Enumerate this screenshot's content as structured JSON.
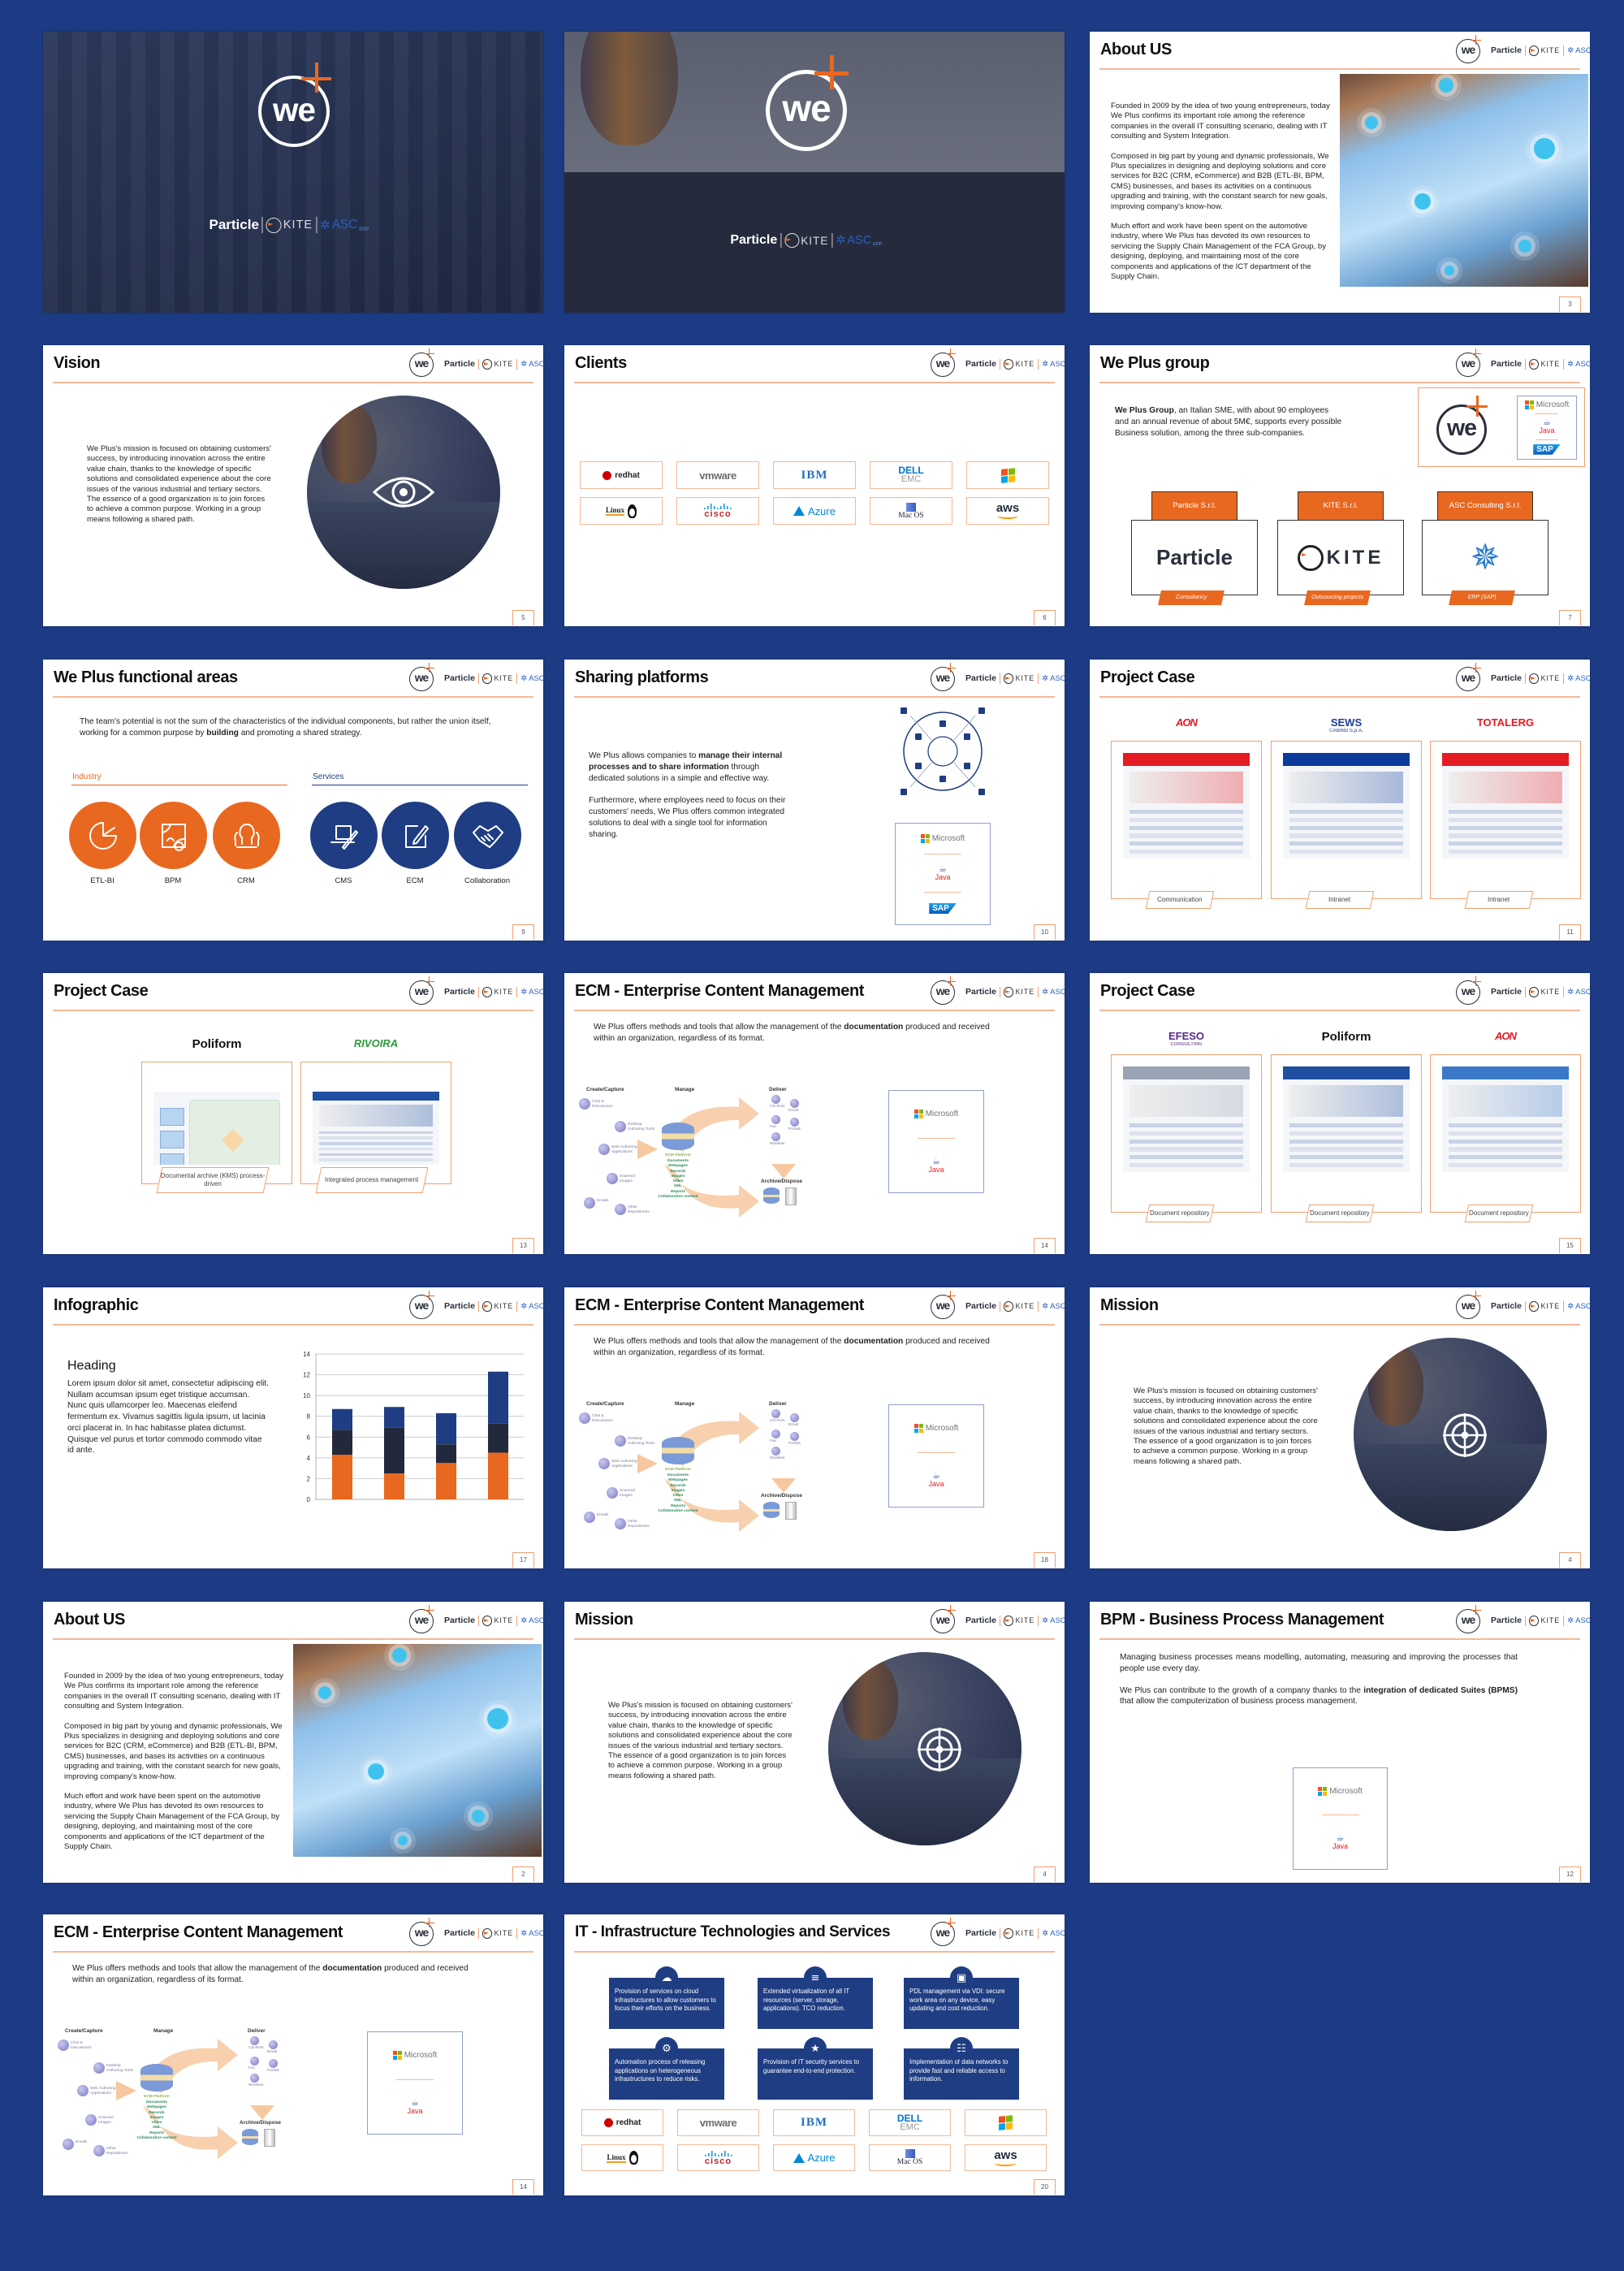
{
  "brand": {
    "logo_text": "we",
    "partners": [
      "Particle",
      "KITE",
      "ASC"
    ],
    "asc_tagline": "ERP",
    "colors": {
      "orange": "#e8681f",
      "navy": "#1f3d82",
      "dark": "#23293d",
      "page_background": "#1d3b84",
      "rule": "#f5b896"
    }
  },
  "ecm": {
    "intro": [
      {
        "t": "We Plus offers methods and tools that allow the management of the "
      },
      {
        "t": "documentation",
        "b": true
      },
      {
        "t": " produced and received within an organization, regardless of its format."
      }
    ],
    "diagram": {
      "stages": [
        "Create/Capture",
        "Manage",
        "Deliver",
        "Archive/Dispose"
      ],
      "sources": [
        "Chat & Discussions",
        "Desktop Authoring Tools",
        "Web Authoring Applications",
        "Scanned Images",
        "Emails",
        "Other Repositories"
      ],
      "platform": "ECM Platform",
      "contents": [
        "Documents",
        "Webpages",
        "Records",
        "Images",
        "Video",
        "XML",
        "Reports",
        "Collaborative content"
      ],
      "channels": [
        "CD-Rom",
        "Email",
        "Fax",
        "Portals",
        "Wireless"
      ]
    },
    "platforms": [
      "Microsoft",
      "Java"
    ]
  },
  "slides": [
    {
      "type": "cover"
    },
    {
      "type": "cover"
    },
    {
      "type": "about",
      "title": "About US",
      "page": "3",
      "paragraphs": [
        "Founded in 2009 by the idea of two young entrepreneurs, today We Plus confirms its important role among the reference companies in the overall IT consulting scenario, dealing with IT consulting and System Integration.",
        "Composed in big part by young and dynamic professionals, We Plus specializes in designing and deploying solutions and core services for B2C (CRM, eCommerce) and B2B (ETL-BI, BPM, CMS) businesses, and bases its activities on a continuous upgrading and training, with the constant search for new goals, improving company's know-how.",
        "Much effort and work have been spent on the automotive industry, where We Plus has devoted its own resources to servicing the Supply Chain Management of the FCA Group, by designing, deploying, and maintaining most of the core components and applications of the ICT department of the Supply Chain."
      ]
    },
    {
      "type": "circle",
      "title": "Vision",
      "page": "5",
      "icon": "eye-icon",
      "text": "We Plus's mission is focused on obtaining customers' success, by introducing innovation across the entire value chain, thanks to the knowledge of specific solutions and consolidated experience about the core issues of the various industrial and tertiary sectors.\nThe essence of a good organization is to join forces to achieve a common purpose. Working in a group means following a shared path."
    },
    {
      "type": "clients",
      "title": "Clients",
      "page": "6",
      "logos": [
        {
          "id": "redhat",
          "label": "redhat"
        },
        {
          "id": "vmware",
          "label": "vmware"
        },
        {
          "id": "ibm",
          "label": "IBM"
        },
        {
          "id": "dellemc",
          "label": "DELL",
          "sub": "EMC"
        },
        {
          "id": "windows"
        },
        {
          "id": "linux",
          "label": "Linux"
        },
        {
          "id": "cisco",
          "label": "cisco"
        },
        {
          "id": "azure",
          "label": "Azure"
        },
        {
          "id": "macos",
          "label": "Mac OS"
        },
        {
          "id": "aws",
          "label": "aws"
        }
      ]
    },
    {
      "type": "group",
      "title": "We Plus group",
      "page": "7",
      "intro": [
        {
          "t": "We Plus Group",
          "b": true
        },
        {
          "t": ", an Italian SME, with about 90 employees and an annual revenue of about 5M€, supports every possible Business solution, among the three sub-companies."
        }
      ],
      "platforms": [
        "Microsoft",
        "Java",
        "SAP"
      ],
      "companies": [
        {
          "name": "Particle S.r.l.",
          "logo": "Particle",
          "tag": "Consultancy"
        },
        {
          "name": "KITE S.r.l.",
          "logo": "KITE",
          "tag": "Outsourcing projects"
        },
        {
          "name": "ASC Consulting S.r.l.",
          "tag": "ERP (SAP)"
        }
      ]
    },
    {
      "type": "functional",
      "title": "We Plus functional areas",
      "page": "9",
      "intro": [
        {
          "t": "The team's potential is not the sum of the characteristics of the individual components, but rather the union itself, working for a common purpose by "
        },
        {
          "t": "building",
          "b": true
        },
        {
          "t": " and promoting a shared strategy."
        }
      ],
      "groups": [
        {
          "label": "Industry",
          "color": "#e8681f",
          "items": [
            {
              "label": "ETL-BI",
              "icon": "pie-chart-icon"
            },
            {
              "label": "BPM",
              "icon": "process-map-icon"
            },
            {
              "label": "CRM",
              "icon": "users-icon"
            }
          ]
        },
        {
          "label": "Services",
          "color": "#1f3d82",
          "items": [
            {
              "label": "CMS",
              "icon": "laptop-pen-icon"
            },
            {
              "label": "ECM",
              "icon": "edit-document-icon"
            },
            {
              "label": "Collaboration",
              "icon": "handshake-icon"
            }
          ]
        }
      ]
    },
    {
      "type": "sharing",
      "title": "Sharing platforms",
      "page": "10",
      "paragraphs": [
        [
          {
            "t": "We Plus allows companies to "
          },
          {
            "t": "manage their internal processes and to share information",
            "b": true
          },
          {
            "t": " through dedicated solutions in a simple and effective way."
          }
        ],
        [
          {
            "t": "Furthermore, where employees need to focus on their customers' needs, We Plus offers common integrated solutions to deal with a single tool for information sharing."
          }
        ]
      ],
      "platforms": [
        "Microsoft",
        "Java",
        "SAP"
      ]
    },
    {
      "type": "project",
      "title": "Project Case",
      "page": "11",
      "cases": [
        {
          "logo": "AON",
          "logo_color": "#e31b23",
          "label": "Communication",
          "accent": "#e31b23"
        },
        {
          "logo": "SEWS",
          "logo_sub": "CABIND S.p.A.",
          "logo_color": "#1f3d9a",
          "label": "Intranet",
          "accent": "#0c3a9a"
        },
        {
          "logo": "TOTALERG",
          "logo_color": "#e31b23",
          "label": "Intranet",
          "accent": "#e31b23"
        }
      ]
    },
    {
      "type": "project",
      "title": "Project Case",
      "page": "13",
      "cases": [
        {
          "logo": "Poliform",
          "logo_color": "#111111",
          "label": "Documental archive (KMS) process-driven",
          "accent": "#9cc3e6"
        },
        {
          "logo": "RIVOIRA",
          "logo_color": "#2a9a3a",
          "label": "Integrated process management",
          "accent": "#1f4fa0"
        }
      ]
    },
    {
      "type": "ecm",
      "title": "ECM - Enterprise Content Management",
      "page": "14"
    },
    {
      "type": "project",
      "title": "Project Case",
      "page": "15",
      "cases": [
        {
          "logo": "EFESO",
          "logo_sub": "CONSULTING",
          "logo_color": "#5a2a8a",
          "label": "Document repository",
          "accent": "#9aa4b4"
        },
        {
          "logo": "Poliform",
          "logo_color": "#111111",
          "label": "Document repository",
          "accent": "#1f4fa0"
        },
        {
          "logo": "AON",
          "logo_color": "#e31b23",
          "label": "Document repository",
          "accent": "#3a78c8"
        }
      ]
    },
    {
      "type": "chart",
      "title": "Infographic",
      "page": "17",
      "heading": "Heading",
      "body": "Lorem ipsum dolor sit amet, consectetur adipiscing elit. Nullam accumsan ipsum eget tristique accumsan. Nunc quis ullamcorper leo. Maecenas eleifend fermentum ex. Vivamus sagittis ligula ipsum, ut lacinia orci placerat in. In hac habitasse platea dictumst. Quisque vel purus et tortor commodo commodo vitae id ante."
    },
    {
      "type": "ecm",
      "title": "ECM - Enterprise Content Management",
      "page": "18"
    },
    {
      "type": "circle",
      "title": "Mission",
      "page": "4",
      "icon": "target-icon",
      "text": "We Plus's mission is focused on obtaining customers' success, by introducing innovation across the entire value chain, thanks to the knowledge of specific solutions and consolidated experience about the core issues of the various industrial and tertiary sectors.\nThe essence of a good organization is to join forces to achieve a common purpose. Working in a group means following a shared path."
    },
    {
      "type": "about",
      "title": "About US",
      "page": "2",
      "paragraphs": [
        "Founded in 2009 by the idea of two young entrepreneurs, today We Plus confirms its important role among the reference companies in the overall IT consulting scenario, dealing with IT consulting and System Integration.",
        "Composed in big part by young and dynamic professionals, We Plus specializes in designing and deploying solutions and core services for B2C (CRM, eCommerce) and B2B (ETL-BI, BPM, CMS) businesses, and bases its activities on a continuous upgrading and training, with the constant search for new goals, improving company's know-how.",
        "Much effort and work have been spent on the automotive industry, where We Plus has devoted its own resources to servicing the Supply Chain Management of the FCA Group, by designing, deploying, and maintaining most of the core components and applications of the ICT department of the Supply Chain."
      ]
    },
    {
      "type": "circle",
      "title": "Mission",
      "page": "4",
      "icon": "target-icon",
      "text": "We Plus's mission is focused on obtaining customers' success, by introducing innovation across the entire value chain, thanks to the knowledge of specific solutions and consolidated experience about the core issues of the various industrial and tertiary sectors.\nThe essence of a good organization is to join forces to achieve a common purpose. Working in a group means following a shared path."
    },
    {
      "type": "bpm",
      "title": "BPM - Business Process Management",
      "page": "12",
      "paragraphs": [
        [
          {
            "t": "Managing business processes means modelling, automating, measuring and improving the processes that people use every day."
          }
        ],
        [
          {
            "t": "We Plus can contribute to the growth of a company thanks to the "
          },
          {
            "t": "integration of dedicated Suites (BPMS)",
            "b": true
          },
          {
            "t": " that allow the computerization of business process management."
          }
        ]
      ],
      "platforms": [
        "Microsoft",
        "Java"
      ]
    },
    {
      "type": "ecm",
      "title": "ECM - Enterprise Content Management",
      "page": "14"
    },
    {
      "type": "it",
      "title": "IT -  Infrastructure Technologies and Services",
      "page": "20",
      "services": [
        {
          "icon": "cloud-icon",
          "text": "Provision of services on cloud infrastructures to allow customers to focus their efforts on the business."
        },
        {
          "icon": "database-icon",
          "text": "Extended virtualization of all IT resources (server, storage, applications). TCO reduction."
        },
        {
          "icon": "desktop-icon",
          "text": "PDL management via VDI: secure work area on any device, easy updating and cost reduction."
        },
        {
          "icon": "gear-icon",
          "text": "Automation process of releasing applications on heterogeneous infrastructures to reduce risks."
        },
        {
          "icon": "shield-star-icon",
          "text": "Provision of IT security services to guarantee end-to-end protection."
        },
        {
          "icon": "network-icon",
          "text": "Implementation of data networks to provide fast and reliable access to information."
        }
      ],
      "logos": [
        {
          "id": "redhat",
          "label": "redhat"
        },
        {
          "id": "vmware",
          "label": "vmware"
        },
        {
          "id": "ibm",
          "label": "IBM"
        },
        {
          "id": "dellemc",
          "label": "DELL",
          "sub": "EMC"
        },
        {
          "id": "windows"
        },
        {
          "id": "linux",
          "label": "Linux"
        },
        {
          "id": "cisco",
          "label": "cisco"
        },
        {
          "id": "azure",
          "label": "Azure"
        },
        {
          "id": "macos",
          "label": "Mac OS"
        },
        {
          "id": "aws",
          "label": "aws"
        }
      ]
    }
  ],
  "chart_data": {
    "type": "bar",
    "stacked": true,
    "title": "",
    "xlabel": "",
    "ylabel": "",
    "categories": [
      "",
      "",
      "",
      ""
    ],
    "series": [
      {
        "values": [
          4.3,
          2.5,
          3.5,
          4.5
        ],
        "color": "#e8681f"
      },
      {
        "values": [
          2.4,
          4.4,
          1.8,
          2.8
        ],
        "color": "#23293d"
      },
      {
        "values": [
          2.0,
          2.0,
          3.0,
          5.0
        ],
        "color": "#1f3d82"
      }
    ],
    "ylim": [
      0,
      14
    ],
    "yticks": [
      "0",
      "2",
      "4",
      "6",
      "8",
      "10",
      "12",
      "14"
    ],
    "grid": true,
    "legend": "none"
  }
}
